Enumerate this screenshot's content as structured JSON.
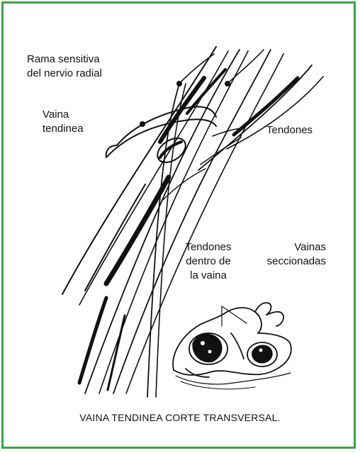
{
  "frame": {
    "border_color": "#3aa24a"
  },
  "labels": {
    "rama": "Rama  sensitiva\ndel nervio radial",
    "vaina": "Vaina\ntendinea",
    "tendones": "Tendones",
    "tendones_dentro": "Tendones\ndentro de\nla vaina",
    "vainas_seccionadas": "Vainas\nseccionadas"
  },
  "caption": "VAINA TENDINEA CORTE TRANSVERSAL."
}
